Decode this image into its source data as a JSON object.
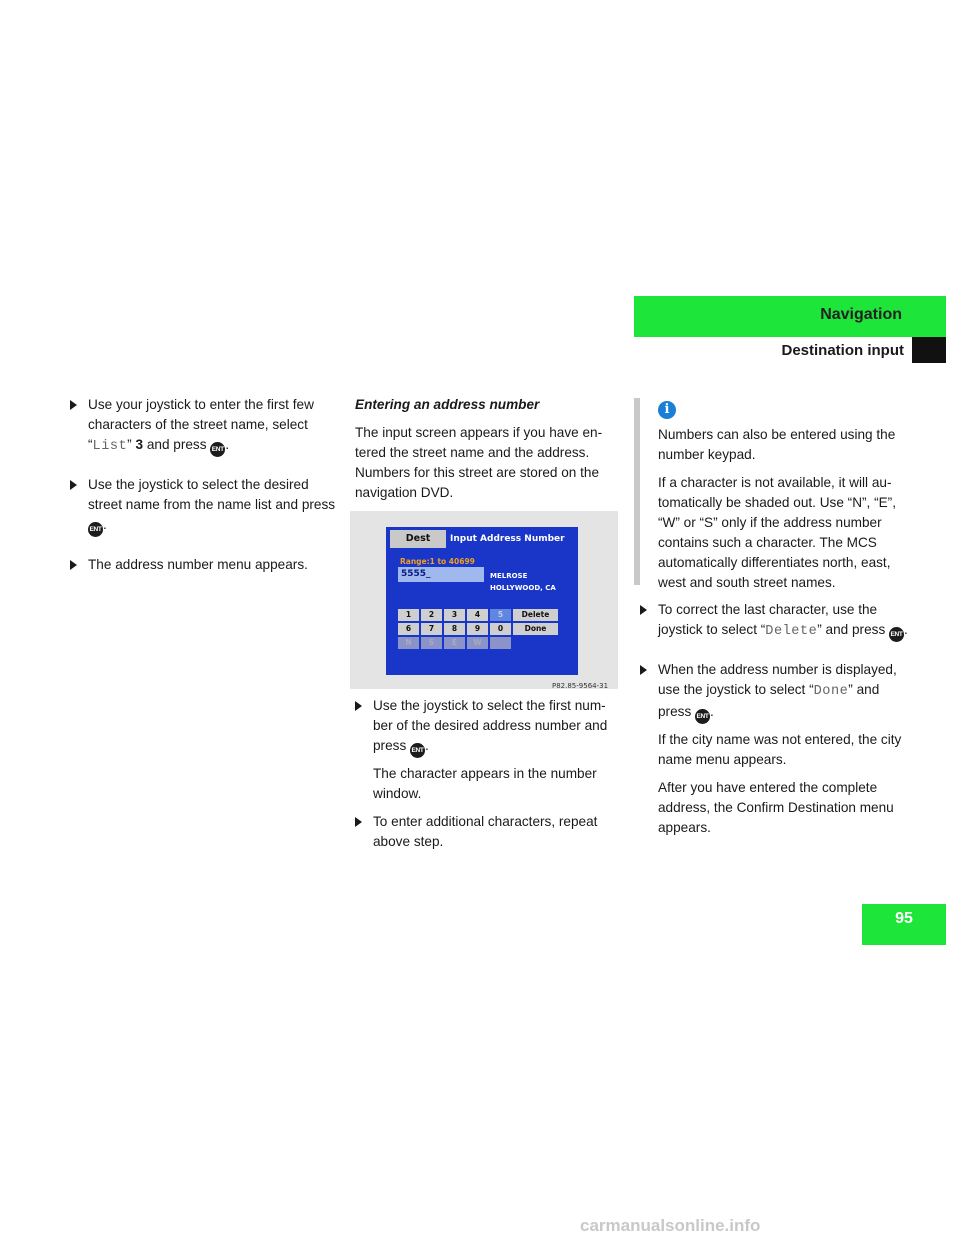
{
  "header": {
    "section": "Navigation",
    "subsection": "Destination input"
  },
  "page_number": "95",
  "col1": {
    "b1": {
      "t1": "Use your joystick to enter the first few characters of the street name, select “",
      "code": "List",
      "t2": "” ",
      "num": "3",
      "t3": " and press ",
      "t4": "."
    },
    "b2": {
      "t1": "Use the joystick to select the desired street name from the name list and press ",
      "t2": "."
    },
    "b3": "The address number menu appears."
  },
  "col2": {
    "heading": "Entering an address number",
    "intro": "The input screen appears if you have en­tered the street name and the address. Numbers for this street are stored on the navigation DVD.",
    "b1": {
      "t1": "Use the joystick to select the first num­ber of the desired address number and press ",
      "t2": "."
    },
    "b1_note": "The character appears in the number window.",
    "b2": "To enter additional characters, repeat above step."
  },
  "screen": {
    "tab": "Dest",
    "title": "Input Address Number",
    "range": "Range:1 to 40699",
    "number": "5555_",
    "street1": "MELROSE",
    "street2": "HOLLYWOOD, CA",
    "keys_row1": [
      "1",
      "2",
      "3",
      "4",
      "5"
    ],
    "keys_row2": [
      "6",
      "7",
      "8",
      "9",
      "0"
    ],
    "keys_row3": [
      "N",
      "S",
      "E",
      "W",
      ""
    ],
    "delete_key": "Delete",
    "done_key": "Done",
    "caption": "P82.85-9564-31"
  },
  "col3": {
    "info_icon": "i",
    "info1": "Numbers can also be entered using the number keypad.",
    "info2": "If a character is not available, it will au­tomatically be shaded out. Use “N”, “E”, “W” or “S” only if the address number contains such a character. The MCS automatically differentiates north, east, west and south street names.",
    "b1": {
      "t1": "To correct the last character, use the joystick to select “",
      "code": "Delete",
      "t2": "” and press ",
      "t3": "."
    },
    "b2": {
      "t1": "When the address number is displayed, use the joystick to select “",
      "code": "Done",
      "t2": "” and press ",
      "t3": "."
    },
    "b2_note1": "If the city name was not entered, the city name menu appears.",
    "b2_note2": "After you have entered the complete address, the Confirm Destination menu appears."
  },
  "ent_label": "ENT",
  "watermark": "carmanualsonline.info",
  "colors": {
    "accent_green": "#1ee53a",
    "screen_blue": "#1a36c8",
    "info_blue": "#1a7fd6"
  }
}
